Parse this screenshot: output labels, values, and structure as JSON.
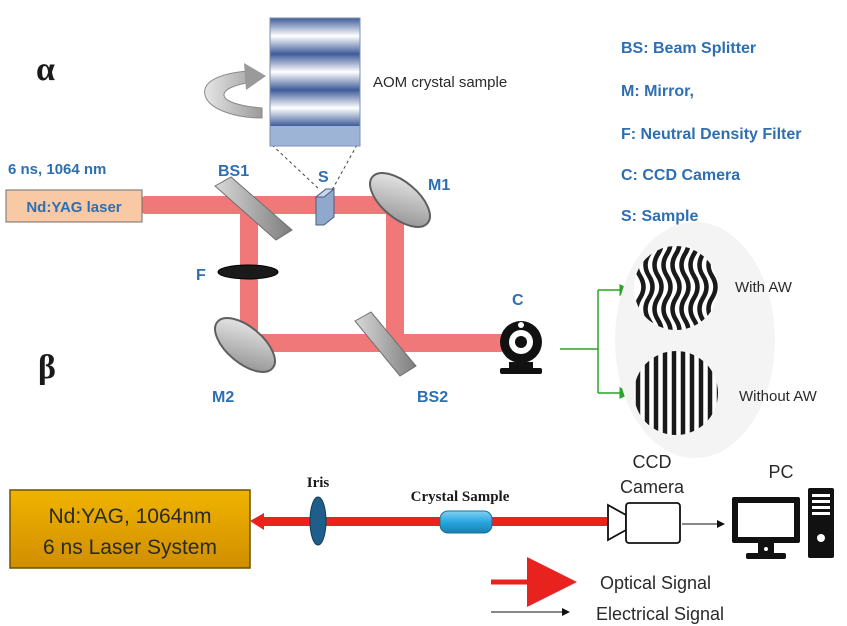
{
  "panel_a": {
    "panel_label": "α",
    "laser_spec": "6 ns, 1064 nm",
    "laser_label": "Nd:YAG laser",
    "aom_label": "AOM crystal sample",
    "components": {
      "bs1": "BS1",
      "bs2": "BS2",
      "m1": "M1",
      "m2": "M2",
      "f": "F",
      "s": "S",
      "c": "C"
    },
    "legend": [
      "BS: Beam Splitter",
      "M: Mirror,",
      "F: Neutral Density Filter",
      "C: CCD Camera",
      "S: Sample"
    ],
    "pattern_with": "With AW",
    "pattern_without": "Without AW",
    "colors": {
      "beam": "#f06a6a",
      "label_blue": "#2e6fb1",
      "laser_box": "#f9c9a6",
      "connector": "#2aa32a"
    }
  },
  "panel_b": {
    "panel_label": "β",
    "laser_line1": "Nd:YAG, 1064nm",
    "laser_line2": "6 ns Laser System",
    "iris": "Iris",
    "crystal": "Crystal Sample",
    "ccd_line1": "CCD",
    "ccd_line2": "Camera",
    "pc": "PC",
    "legend_optical": "Optical Signal",
    "legend_electrical": "Electrical Signal",
    "colors": {
      "laser_box": "#e0a000",
      "beam": "#e8231f",
      "crystal": "#2aa6df",
      "iris": "#1f5e8a"
    }
  }
}
